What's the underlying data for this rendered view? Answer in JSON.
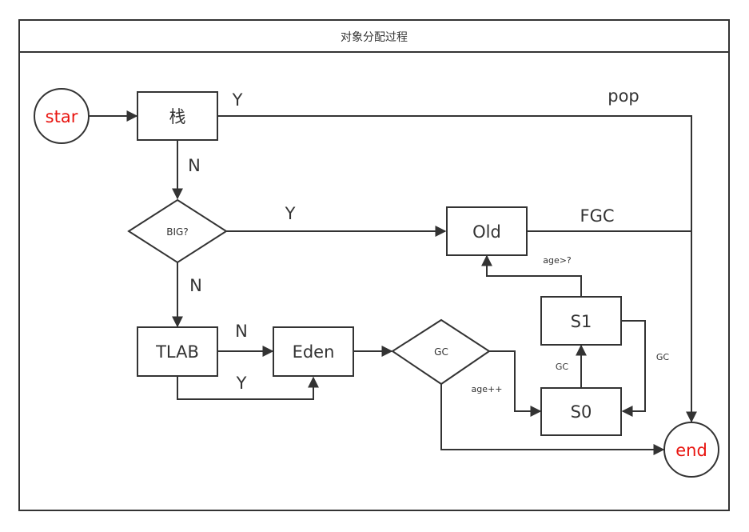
{
  "title": "对象分配过程",
  "nodes": {
    "start": "star",
    "stack": "栈",
    "big": "BIG?",
    "old": "Old",
    "tlab": "TLAB",
    "eden": "Eden",
    "gc": "GC",
    "s1": "S1",
    "s0": "S0",
    "end": "end"
  },
  "edge_labels": {
    "stack_yes": "Y",
    "stack_no": "N",
    "pop": "pop",
    "big_yes": "Y",
    "big_no": "N",
    "fgc": "FGC",
    "tlab_no": "N",
    "tlab_yes": "Y",
    "age_threshold": "age>?",
    "age_inc": "age++",
    "s0_to_s1": "GC",
    "s1_to_s0": "GC"
  },
  "colors": {
    "line": "#333333",
    "accent_text": "#e8140f"
  }
}
